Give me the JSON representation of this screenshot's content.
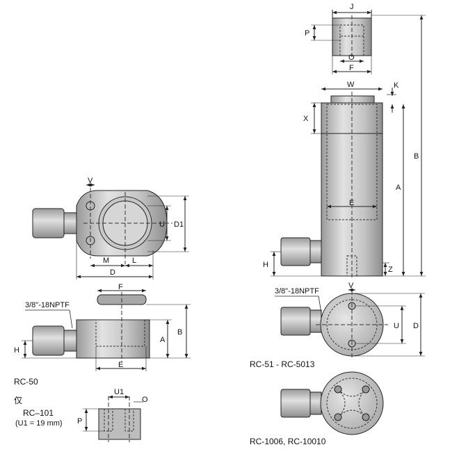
{
  "dims": {
    "J": "J",
    "P": "P",
    "O": "O",
    "F": "F",
    "W": "W",
    "K": "K",
    "X": "X",
    "B": "B",
    "A": "A",
    "E": "E",
    "Z": "Z",
    "H": "H",
    "V": "V",
    "U": "U",
    "D": "D",
    "D1": "D1",
    "M": "M",
    "L": "L",
    "U1": "U1"
  },
  "thread_label": "3/8\"-18NPTF",
  "captions": {
    "rc50": "RC-50",
    "only": "仅",
    "rc101": "RC–101",
    "rc101_note": "(U1 = 19 mm)",
    "rc51": "RC-51 - RC-5013",
    "rc1006": "RC-1006, RC-10010"
  },
  "colors": {
    "metal": "#c9c9c9",
    "metal_dark": "#a8a8a8",
    "line": "#222222"
  }
}
